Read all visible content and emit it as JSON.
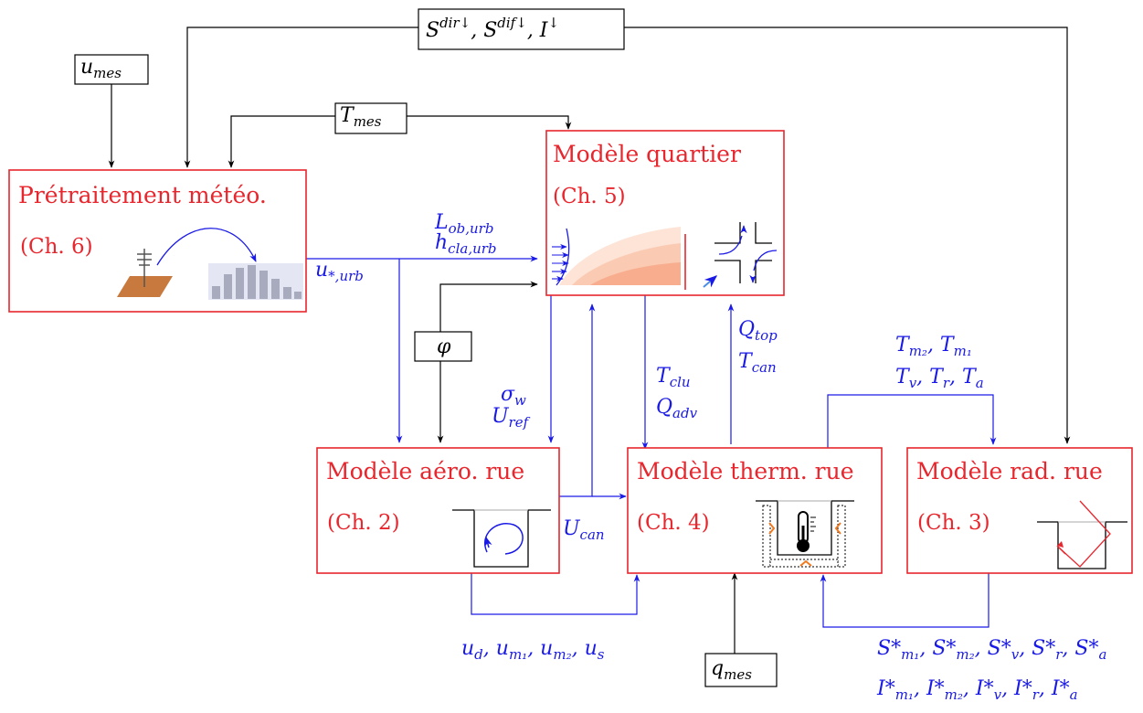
{
  "boxes": {
    "pretraitement": {
      "title": "Prétraitement météo.",
      "chapter": "(Ch. 6)"
    },
    "quartier": {
      "title": "Modèle quartier",
      "chapter": "(Ch. 5)"
    },
    "aero": {
      "title": "Modèle aéro. rue",
      "chapter": "(Ch. 2)"
    },
    "therm": {
      "title": "Modèle therm. rue",
      "chapter": "(Ch. 4)"
    },
    "rad": {
      "title": "Modèle rad. rue",
      "chapter": "(Ch. 3)"
    }
  },
  "inputs": {
    "radiation": "S^{dir↓}, S^{dif↓}, I^↓",
    "u_mes": "u_mes",
    "T_mes": "T_mes",
    "phi": "φ",
    "q_mes": "q_mes"
  },
  "flows": {
    "pre_to_quartier": "L_ob,urb, h_cla,urb",
    "u_star": "u_*,urb",
    "sigma_uref": "σ_w, U_ref",
    "u_can": "U_can",
    "t_clu_q_adv": "T_clu, Q_adv",
    "q_top_t_can": "Q_top, T_can",
    "temperatures": "T_m2, T_m1, T_v, T_r, T_a",
    "velocities": "u_d, u_m1, u_m2, u_s",
    "S_star": "S*_m1, S*_m2, S*_v, S*_r, S*_a",
    "I_star": "I*_m1, I*_m2, I*_v, I*_r, I*_a"
  },
  "colors": {
    "box_border": "#e8262d",
    "flow": "#1a1ae6",
    "input": "#000000"
  }
}
